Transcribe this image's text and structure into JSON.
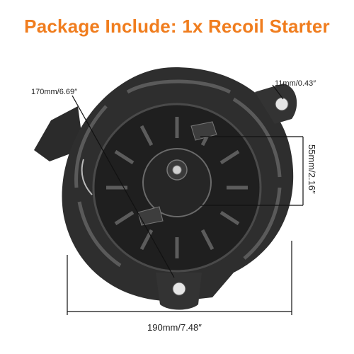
{
  "title": "Package Include: 1x Recoil Starter",
  "accent_color": "#F07D1E",
  "product": "recoil-starter-photo",
  "dimensions": {
    "top_left": "170mm/6.69″",
    "top_right": "11mm/0.43″",
    "right_vertical": "55mm/2.16″",
    "bottom": "190mm/7.48″"
  }
}
